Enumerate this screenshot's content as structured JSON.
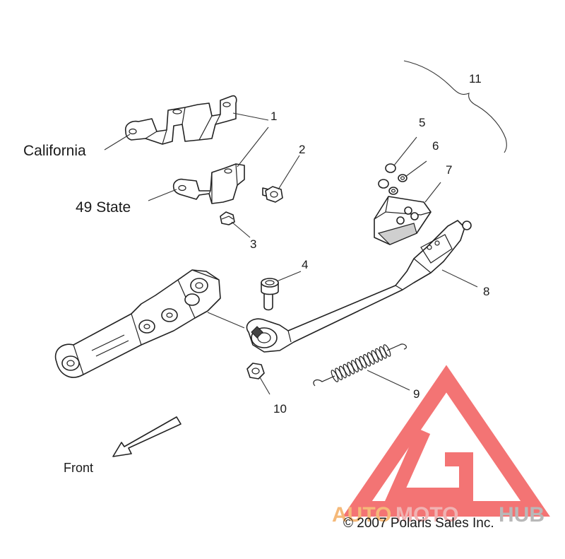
{
  "callouts": {
    "c1": "1",
    "c2": "2",
    "c3": "3",
    "c4": "4",
    "c5": "5",
    "c6": "6",
    "c7": "7",
    "c8": "8",
    "c9": "9",
    "c10": "10",
    "c11": "11"
  },
  "labels": {
    "california": "California",
    "state49": "49 State",
    "front": "Front"
  },
  "copyright": "© 2007 Polaris Sales Inc.",
  "watermark": {
    "brand_left": "AUTO",
    "brand_mid": "MOTO",
    "brand_right": "HUB",
    "colors": {
      "triangle": "#f25c5c",
      "auto": "#f5b979",
      "moto": "#f0b3b3",
      "hub": "#b8b8b8"
    }
  }
}
